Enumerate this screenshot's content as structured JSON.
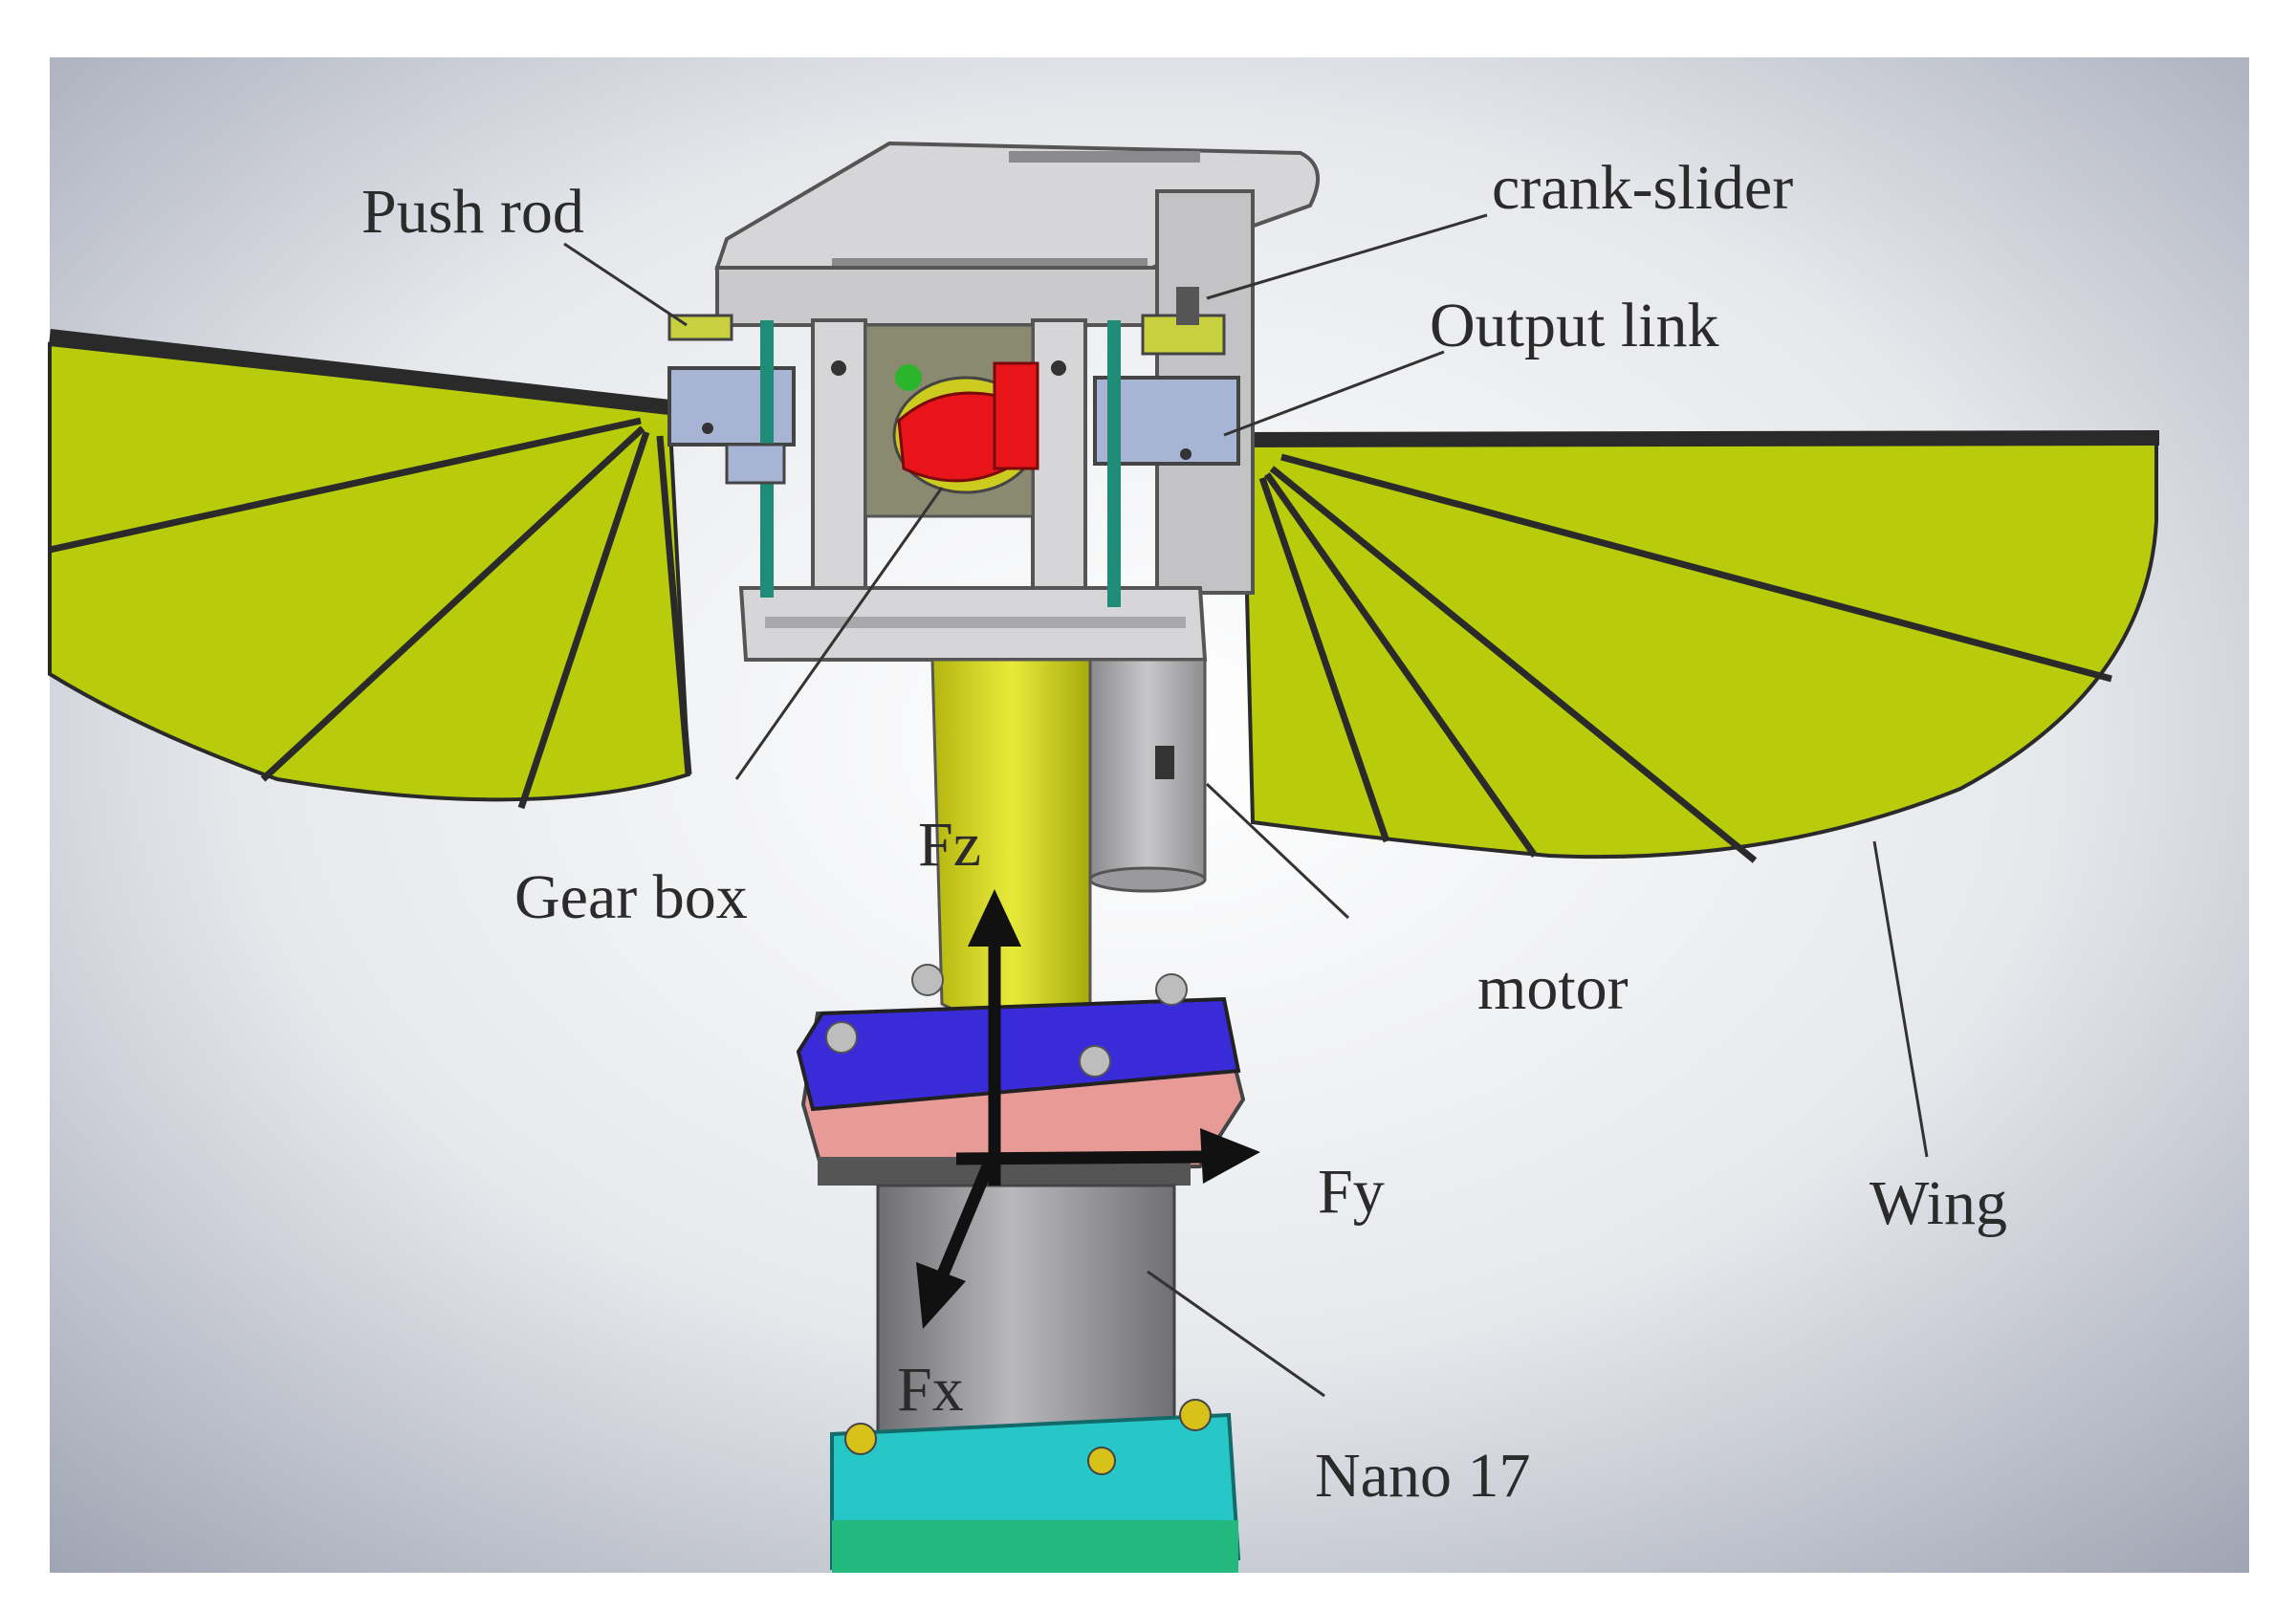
{
  "labels": {
    "push_rod": "Push rod",
    "crank_slider": "crank-slider",
    "output_link": "Output link",
    "gear_box": "Gear box",
    "motor": "motor",
    "wing": "Wing",
    "fz": "Fz",
    "fy": "Fy",
    "fx": "Fx",
    "nano17": "Nano 17"
  },
  "colors": {
    "wing": "#b8cc0c",
    "shaft": "#cfd21e",
    "frame": "#d6d6d8",
    "gear": "#e8141a",
    "flange_blue": "#3a2bd8",
    "flange_pink": "#e89a96",
    "sensor": "#9c9c9e",
    "base": "#27c7c7",
    "leader": "#333333",
    "arrow": "#111111"
  }
}
